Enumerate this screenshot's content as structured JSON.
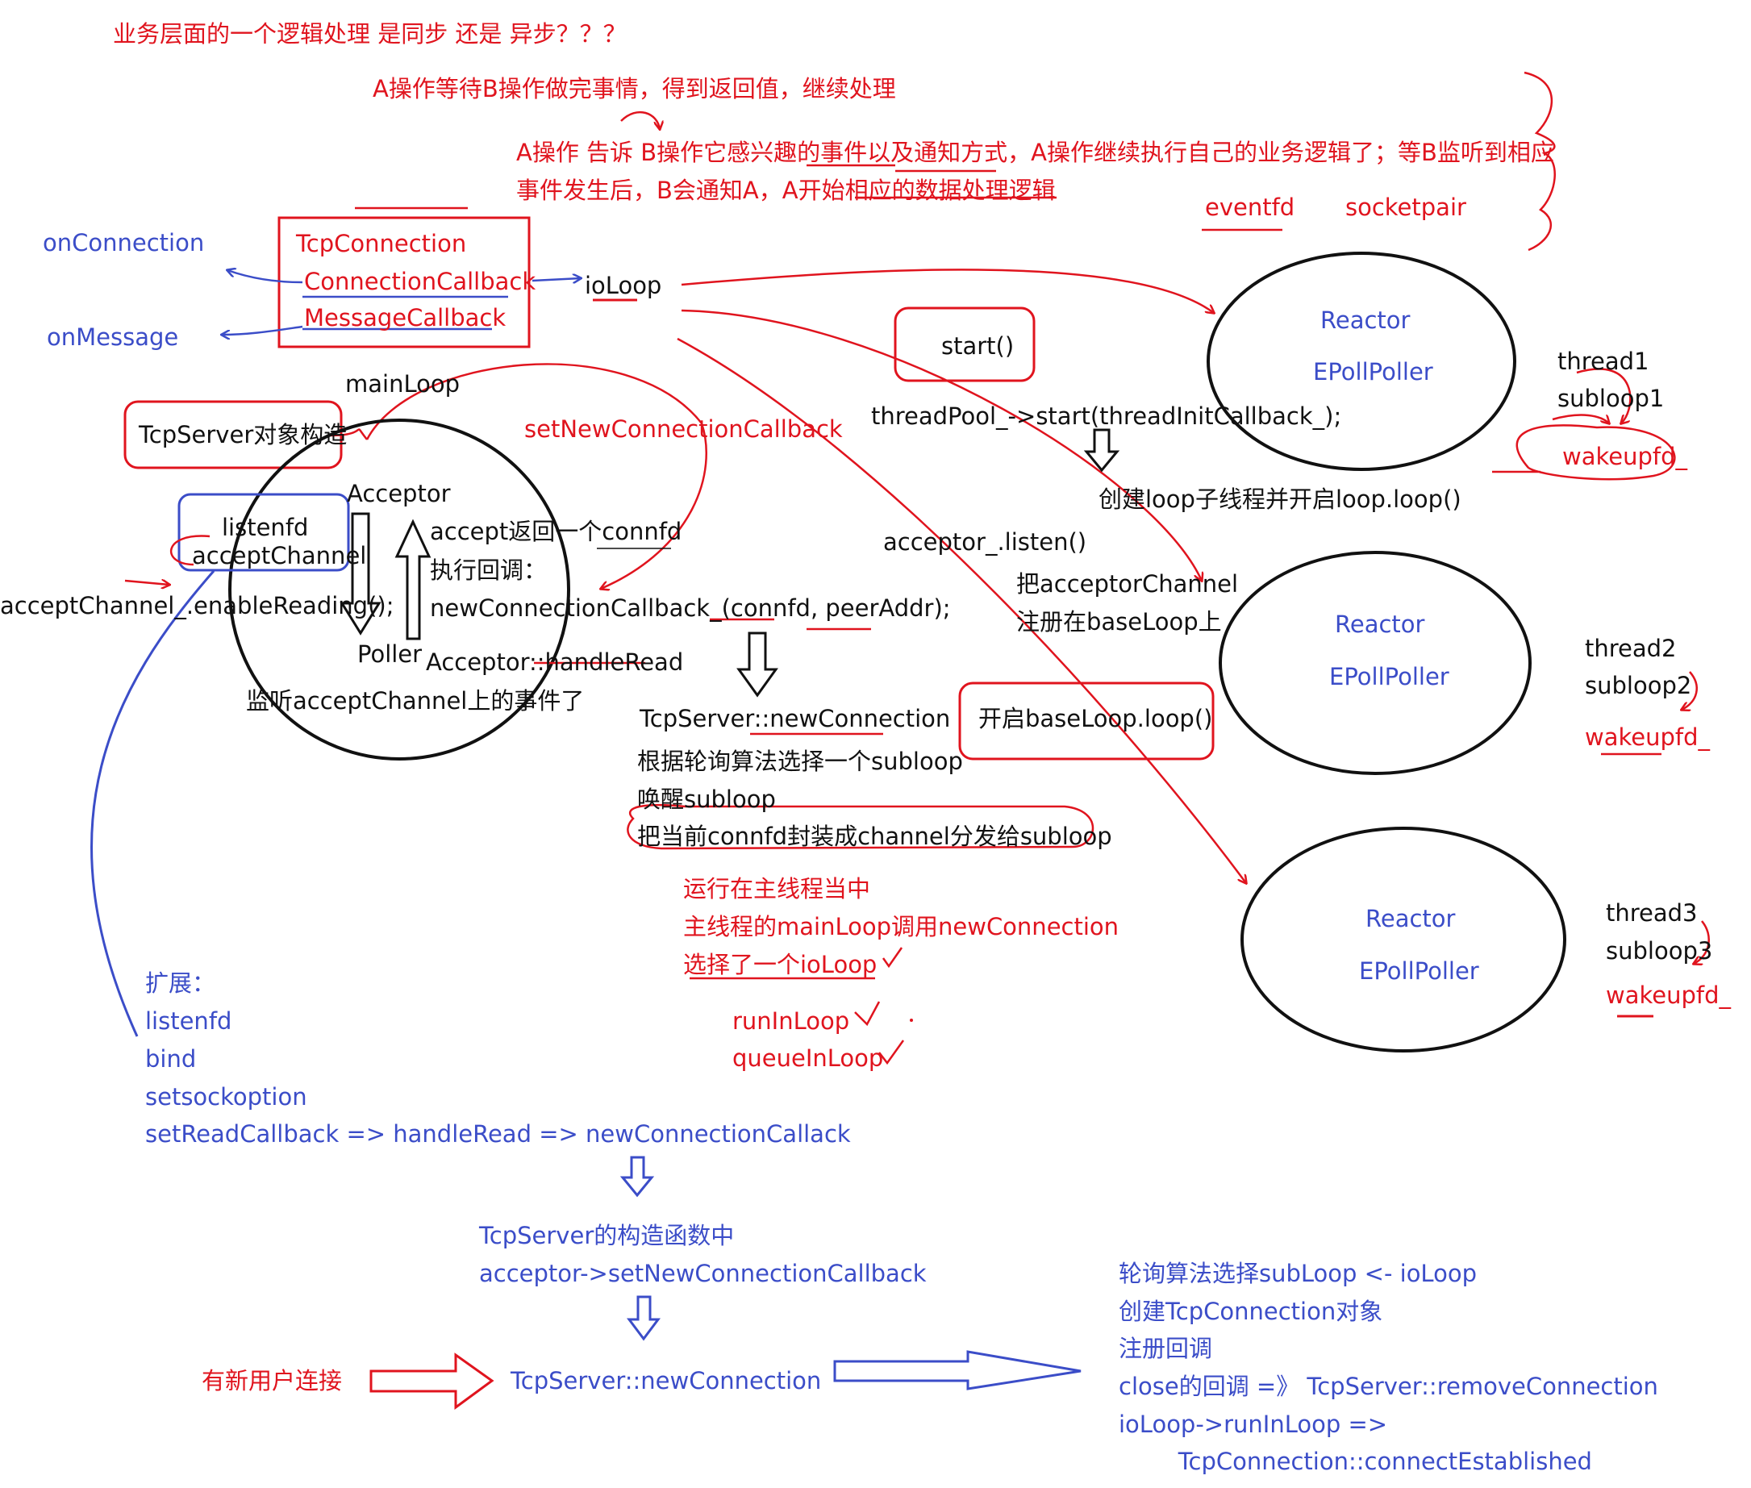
{
  "colors": {
    "red": "#e0141e",
    "blue": "#3b4dc8",
    "black": "#111111"
  },
  "header": {
    "question": "业务层面的一个逻辑处理   是同步  还是  异步？？？",
    "sync_desc": "A操作等待B操作做完事情，得到返回值，继续处理",
    "async_desc_1": "A操作 告诉 B操作它感兴趣的事件以及通知方式，A操作继续执行自己的业务逻辑了；等B监听到相应",
    "async_desc_2": "事件发生后，B会通知A，A开始相应的数据处理逻辑",
    "eventfd": "eventfd",
    "socketpair": "socketpair"
  },
  "callbacks": {
    "on_connection": "onConnection",
    "on_message": "onMessage"
  },
  "tcp_connection_box": {
    "title": "TcpConnection",
    "connection_cb": "ConnectionCallback",
    "message_cb": "MessageCallback"
  },
  "io_loop": "ioLoop",
  "main_loop": "mainLoop",
  "tcpserver_ctor": "TcpServer对象构造",
  "set_new_conn_cb": "setNewConnectionCallback",
  "acceptor_circle": {
    "acceptor": "Acceptor",
    "listenfd": "listenfd",
    "accept_channel": "acceptChannel",
    "enable_reading": "acceptChannel_.enableReading();",
    "poller": "Poller",
    "accept_ret": "accept返回一个connfd",
    "exec_cb": "执行回调：",
    "new_conn_cb_call": "newConnectionCallback_(connfd, peerAddr);",
    "handle_read": "Acceptor::handleRead",
    "listen_events": "监听acceptChannel上的事件了"
  },
  "start_box": "start()",
  "thread_pool_start": "threadPool_->start(threadInitCallback_);",
  "create_loop_thread": "创建loop子线程并开启loop.loop()",
  "acceptor_listen": "acceptor_.listen()",
  "register_1": "把acceptorChannel",
  "register_2": "注册在baseLoop上",
  "open_base_loop": "开启baseLoop.loop()",
  "new_connection": {
    "title": "TcpServer::newConnection",
    "steps": [
      "根据轮询算法选择一个subloop",
      "唤醒subloop",
      "把当前connfd封装成channel分发给subloop"
    ]
  },
  "main_thread_notes": {
    "run_in_main": "运行在主线程当中",
    "main_loop_call": "主线程的mainLoop调用newConnection",
    "choose_loop": "选择了一个ioLoop",
    "run_in_loop": "runInLoop",
    "queue_in_loop": "queueInLoop"
  },
  "reactors": [
    {
      "reactor": "Reactor",
      "poller": "EPollPoller",
      "thread": "thread1",
      "subloop": "subloop1",
      "wakeup": "wakeupfd_"
    },
    {
      "reactor": "Reactor",
      "poller": "EPollPoller",
      "thread": "thread2",
      "subloop": "subloop2",
      "wakeup": "wakeupfd_"
    },
    {
      "reactor": "Reactor",
      "poller": "EPollPoller",
      "thread": "thread3",
      "subloop": "subloop3",
      "wakeup": "wakeupfd_"
    }
  ],
  "extension": {
    "title": "扩展：",
    "items": [
      "listenfd",
      "bind",
      "setsockoption",
      "setReadCallback => handleRead => newConnectionCallack"
    ]
  },
  "ctor_section": {
    "line1": "TcpServer的构造函数中",
    "line2": "acceptor->setNewConnectionCallback"
  },
  "bottom": {
    "new_user": "有新用户连接",
    "new_connection": "TcpServer::newConnection",
    "steps": [
      "轮询算法选择subLoop   <- ioLoop",
      "创建TcpConnection对象",
      "注册回调",
      "close的回调 =》 TcpServer::removeConnection",
      "ioLoop->runInLoop    =>",
      "        TcpConnection::connectEstablished"
    ]
  }
}
